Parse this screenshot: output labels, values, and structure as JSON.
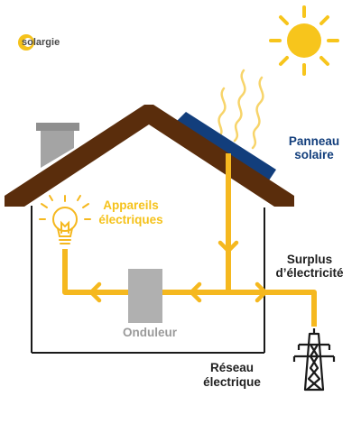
{
  "logo": {
    "name": "solargie",
    "tagline": "",
    "color": "#f5c21b"
  },
  "labels": {
    "panneau_line1": "Panneau",
    "panneau_line2": "solaire",
    "appareils_line1": "Appareils",
    "appareils_line2": "électriques",
    "surplus_line1": "Surplus",
    "surplus_line2": "d’électricité",
    "onduleur": "Onduleur",
    "reseau_line1": "Réseau",
    "reseau_line2": "électrique"
  },
  "colors": {
    "roof": "#5a2d0c",
    "panel": "#123e7c",
    "flow": "#f5b81f",
    "chimney": "#9e9e9e",
    "inverter": "#b0b0b0",
    "label_dark": "#1f1f1f",
    "label_blue": "#123e7c",
    "label_yellow": "#f5c21b",
    "sun": "#f7c51c",
    "heat": "#f7d46a"
  },
  "icons": {
    "sun": "sun-icon",
    "bulb": "light-bulb-icon",
    "pylon": "power-pylon-icon"
  }
}
